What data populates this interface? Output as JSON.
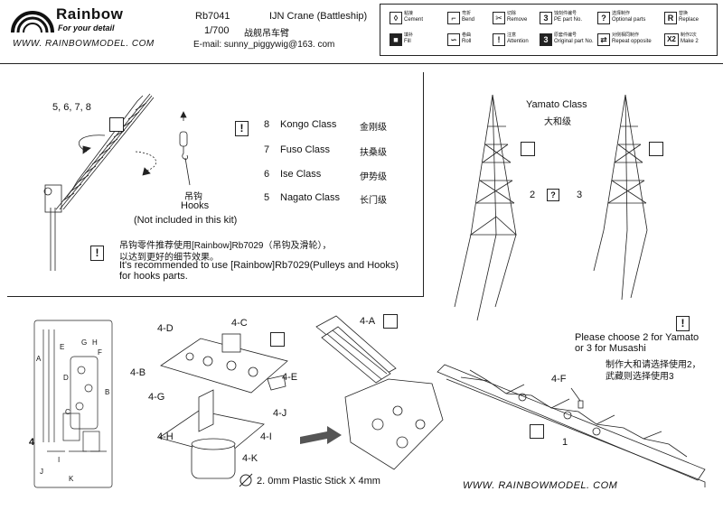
{
  "header": {
    "brand": "Rainbow",
    "tagline": "For your detail",
    "website": "WWW. RAINBOWMODEL. COM",
    "product_code": "Rb7041",
    "scale": "1/700",
    "title": "IJN Crane (Battleship)",
    "title_cn": "战舰吊车臂",
    "email": "E-mail: sunny_piggywig@163. com"
  },
  "legend": [
    {
      "cn": "粘接",
      "en": "Cement"
    },
    {
      "cn": "弯折",
      "en": "Bend"
    },
    {
      "cn": "切除",
      "en": "Remove"
    },
    {
      "cn": "蚀刻件编号",
      "en": "PE part No."
    },
    {
      "cn": "选择制作",
      "en": "Optional parts"
    },
    {
      "cn": "替换",
      "en": "Replace"
    },
    {
      "cn": "填补",
      "en": "Fill"
    },
    {
      "cn": "卷曲",
      "en": "Roll"
    },
    {
      "cn": "注意",
      "en": "Attention"
    },
    {
      "cn": "原套件编号",
      "en": "Original part No."
    },
    {
      "cn": "对侧相同制作",
      "en": "Repeat opposite"
    },
    {
      "cn": "制作2次",
      "en": "Make 2"
    }
  ],
  "legend_glyphs": {
    "pe_no": "3",
    "orig_no": "3",
    "replace": "R",
    "make2": "X2"
  },
  "hooks_panel": {
    "steps": "5, 6, 7, 8",
    "hooks_cn": "吊钩",
    "hooks_en": "Hooks",
    "not_included": "(Not included in this kit)",
    "classes": [
      {
        "num": "8",
        "en": "Kongo Class",
        "cn": "金刚级"
      },
      {
        "num": "7",
        "en": "Fuso Class",
        "cn": "扶桑级"
      },
      {
        "num": "6",
        "en": "Ise Class",
        "cn": "伊势级"
      },
      {
        "num": "5",
        "en": "Nagato Class",
        "cn": "长门级"
      }
    ],
    "note_cn_1": "吊钩零件推荐使用[Rainbow]Rb7029（吊钩及滑轮），",
    "note_cn_2": "以达到更好的细节效果。",
    "note_en_1": "It's recommended to use [Rainbow]Rb7029(Pulleys and Hooks)",
    "note_en_2": "for hooks parts."
  },
  "yamato": {
    "title_en": "Yamato Class",
    "title_cn": "大和级",
    "opt_left": "2",
    "opt_right": "3",
    "choose_en_1": "Please choose 2 for Yamato",
    "choose_en_2": "or 3 for Musashi",
    "choose_cn_1": "制作大和请选择使用2，",
    "choose_cn_2": "武藏则选择使用3"
  },
  "parts": {
    "fret_number": "4",
    "fret_letters": [
      "A",
      "B",
      "C",
      "D",
      "E",
      "F",
      "G",
      "H",
      "I",
      "J",
      "K"
    ],
    "labels": [
      "4-D",
      "4-C",
      "4-B",
      "4-E",
      "4-G",
      "4-J",
      "4-H",
      "4-I",
      "4-K",
      "4-A",
      "4-F",
      "1"
    ],
    "stick": "2. 0mm Plastic Stick X 4mm",
    "stick_symbol": "∅"
  },
  "footer_site": "WWW. RAINBOWMODEL. COM"
}
